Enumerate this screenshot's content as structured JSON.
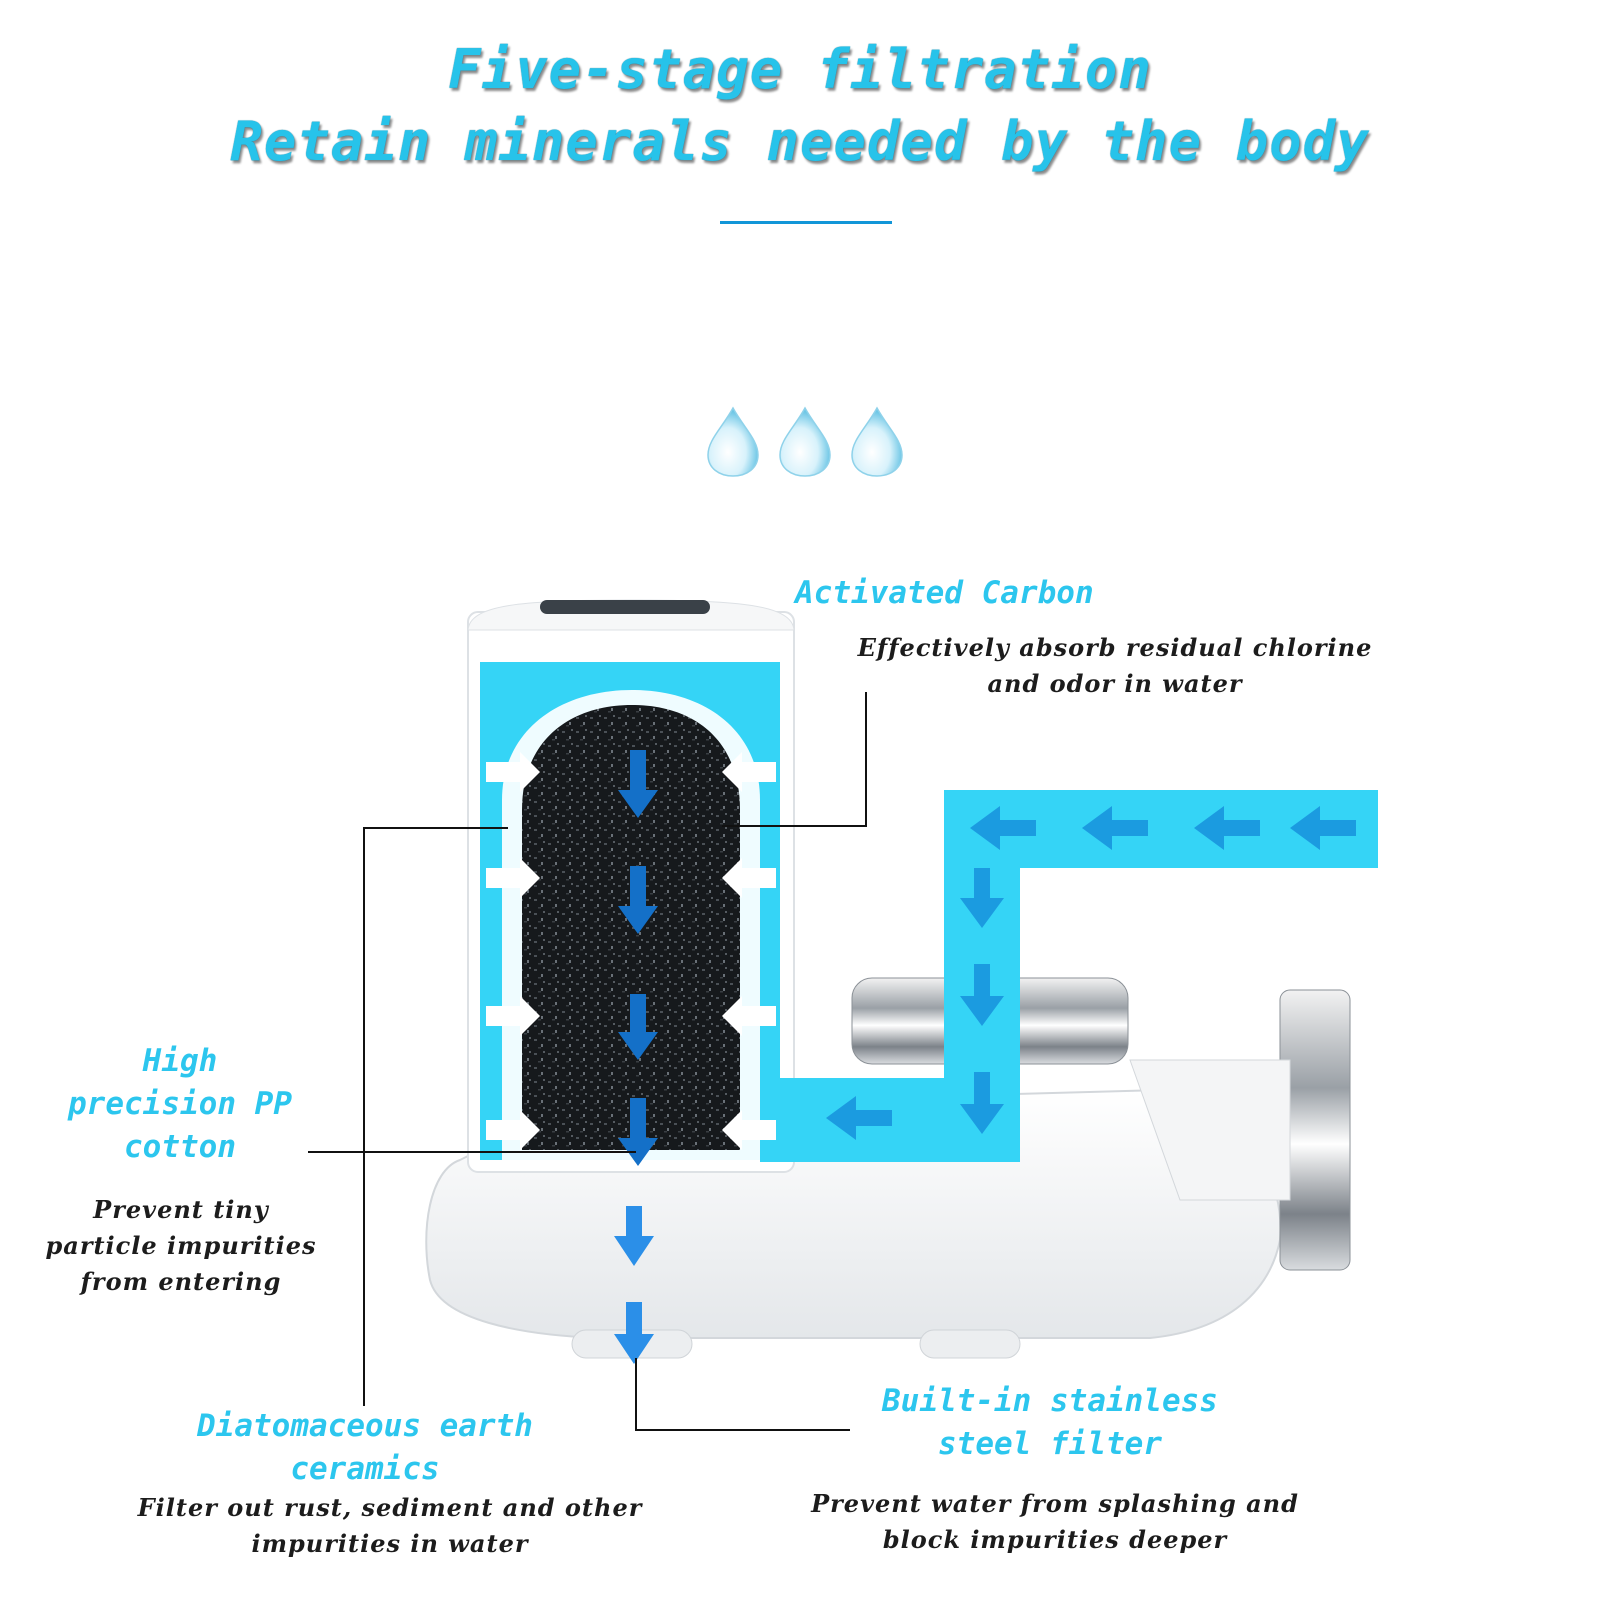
{
  "header": {
    "line1": "Five-stage filtration",
    "line2": "Retain minerals needed by the body"
  },
  "colors": {
    "accent": "#27c3ea",
    "water_channel": "#35d4f6",
    "arrow": "#1a8ae0",
    "divider": "#1296d8",
    "text": "#1c1c1c"
  },
  "icons": [
    "water-drop-icon",
    "water-drop-icon",
    "water-drop-icon"
  ],
  "stages": {
    "activated_carbon": {
      "title": "Activated Carbon",
      "desc": [
        "Effectively absorb residual chlorine",
        "and odor in water"
      ]
    },
    "pp_cotton": {
      "title": [
        "High",
        "precision PP",
        "cotton"
      ],
      "desc": [
        "Prevent tiny",
        "particle impurities",
        "from entering"
      ]
    },
    "diatomaceous": {
      "title": [
        "Diatomaceous earth",
        "ceramics"
      ],
      "desc": [
        "Filter out rust, sediment and other",
        "impurities in water"
      ]
    },
    "stainless": {
      "title": [
        "Built-in stainless",
        "steel filter"
      ],
      "desc": [
        "Prevent water from splashing and",
        "block impurities deeper"
      ]
    }
  }
}
